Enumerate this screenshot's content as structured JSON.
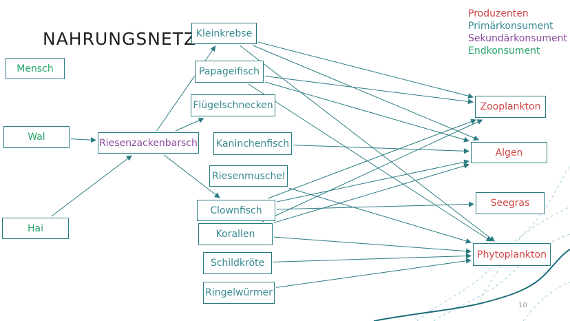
{
  "slide": {
    "title": "NAHRUNGSNETZ",
    "page_number": "10"
  },
  "legend": [
    {
      "label": "Produzenten",
      "color": "#d04545"
    },
    {
      "label": "Primärkonsument",
      "color": "#3a8a92"
    },
    {
      "label": "Sekundärkonsument",
      "color": "#8a4a9e"
    },
    {
      "label": "Endkonsument",
      "color": "#2aa56a"
    }
  ],
  "colors": {
    "arrow": "#2b7b82",
    "box_border": "#2b7b82",
    "decor_line": "#1c6e7a",
    "decor_dash": "#9fd0d6"
  },
  "nodes": {
    "mensch": {
      "label": "Mensch",
      "color": "#2aa56a"
    },
    "wal": {
      "label": "Wal",
      "color": "#2aa56a"
    },
    "hai": {
      "label": "Hai",
      "color": "#2aa56a"
    },
    "riesenzackenbarsch": {
      "label": "Riesenzackenbarsch",
      "color": "#8a4a9e"
    },
    "kleinkrebse": {
      "label": "Kleinkrebse",
      "color": "#3a8a92"
    },
    "papageifisch": {
      "label": "Papageifisch",
      "color": "#3a8a92"
    },
    "fluegelschnecken": {
      "label": "Flügelschnecken",
      "color": "#3a8a92"
    },
    "kaninchenfisch": {
      "label": "Kaninchenfisch",
      "color": "#3a8a92"
    },
    "riesenmuschel": {
      "label": "Riesenmuschel",
      "color": "#3a8a92"
    },
    "clownfisch": {
      "label": "Clownfisch",
      "color": "#3a8a92"
    },
    "korallen": {
      "label": "Korallen",
      "color": "#3a8a92"
    },
    "schildkroete": {
      "label": "Schildkröte",
      "color": "#3a8a92"
    },
    "ringelwuermer": {
      "label": "Ringelwürmer",
      "color": "#3a8a92"
    },
    "zooplankton": {
      "label": "Zooplankton",
      "color": "#d04545"
    },
    "algen": {
      "label": "Algen",
      "color": "#d04545"
    },
    "seegras": {
      "label": "Seegras",
      "color": "#d04545"
    },
    "phytoplankton": {
      "label": "Phytoplankton",
      "color": "#d04545"
    }
  },
  "edges": [
    [
      "wal",
      "riesenzackenbarsch"
    ],
    [
      "hai",
      "riesenzackenbarsch"
    ],
    [
      "riesenzackenbarsch",
      "kleinkrebse"
    ],
    [
      "riesenzackenbarsch",
      "fluegelschnecken"
    ],
    [
      "riesenzackenbarsch",
      "clownfisch"
    ],
    [
      "kleinkrebse",
      "zooplankton"
    ],
    [
      "kleinkrebse",
      "algen"
    ],
    [
      "kleinkrebse",
      "phytoplankton"
    ],
    [
      "papageifisch",
      "zooplankton"
    ],
    [
      "papageifisch",
      "algen"
    ],
    [
      "papageifisch",
      "phytoplankton"
    ],
    [
      "kaninchenfisch",
      "algen"
    ],
    [
      "riesenmuschel",
      "phytoplankton"
    ],
    [
      "clownfisch",
      "zooplankton"
    ],
    [
      "clownfisch",
      "algen"
    ],
    [
      "clownfisch",
      "seegras"
    ],
    [
      "korallen",
      "zooplankton"
    ],
    [
      "korallen",
      "algen"
    ],
    [
      "korallen",
      "phytoplankton"
    ],
    [
      "schildkroete",
      "phytoplankton"
    ],
    [
      "ringelwuermer",
      "phytoplankton"
    ]
  ]
}
